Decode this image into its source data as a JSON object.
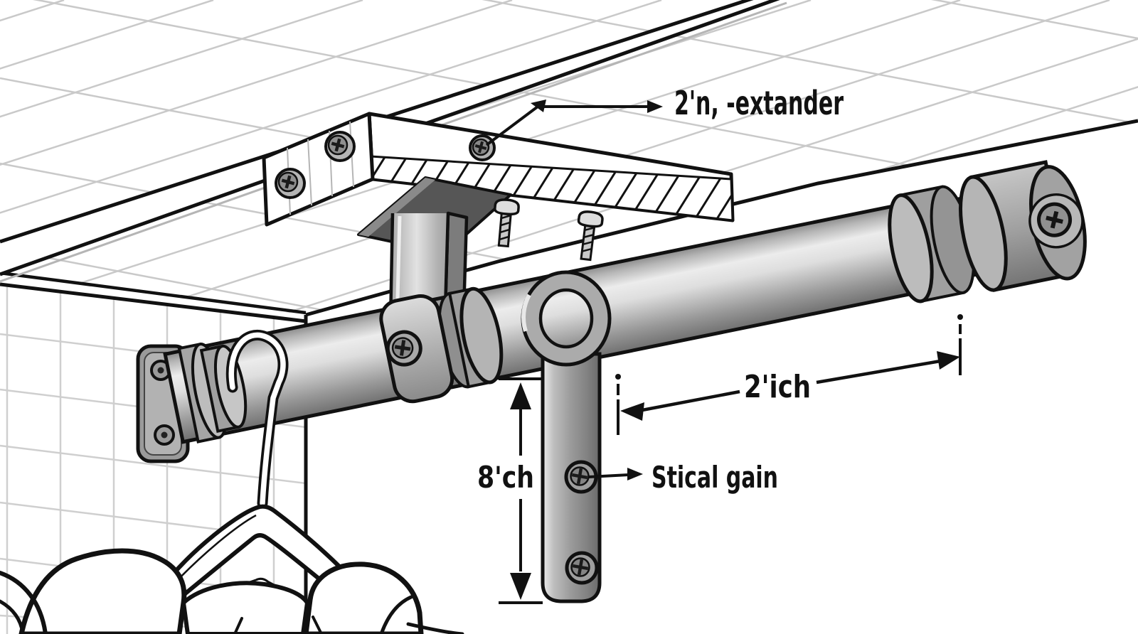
{
  "figure": {
    "kind": "closet-rod-extender-installation-diagram",
    "callouts": {
      "extender": {
        "label": "2'n, -extander",
        "target": "board-screw"
      },
      "span": {
        "label": "2'ich",
        "meaning": "horizontal distance along rod"
      },
      "drop": {
        "label": "8'ch",
        "meaning": "vertical drop of strap bracket"
      },
      "screw": {
        "label": "Stical gain",
        "target": "strap-screw"
      }
    },
    "colors": {
      "outline": "#111111",
      "ceiling_grid": "#c9c9c9",
      "wall_tile": "#cfcfcf",
      "grain": "#b5b5b5",
      "metal_light": "#ececec",
      "metal_mid": "#9a9a9a",
      "metal_dark": "#565656",
      "background": "#ffffff"
    }
  }
}
